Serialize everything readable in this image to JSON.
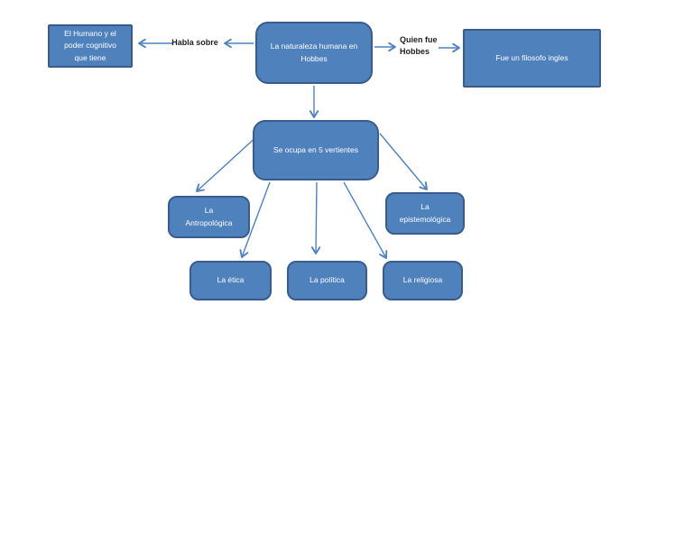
{
  "page": {
    "background": "#ffffff"
  },
  "colors": {
    "page_bg": "#ffffff",
    "node_fill": "#4f81bd",
    "node_border": "#385d8a",
    "arrow": "#4f81bd",
    "node_text": "#ffffff",
    "label_text": "#1f1f1f"
  },
  "diagram": {
    "title": "La naturaleza humana en Hobbes",
    "nodes": {
      "humano": {
        "lines": [
          "El Humano y el",
          "poder cognitivo",
          "que tiene"
        ]
      },
      "naturaleza": {
        "lines": [
          "La naturaleza humana en",
          "Hobbes"
        ]
      },
      "filosofo": {
        "lines": [
          "Fue un filosofo ingles"
        ]
      },
      "vertientes": {
        "lines": [
          "Se ocupa en 5 vertientes"
        ]
      },
      "antropologica": {
        "lines": [
          "La",
          "Antropológica"
        ]
      },
      "epistemologica": {
        "lines": [
          "La",
          "epistemológica"
        ]
      },
      "etica": {
        "lines": [
          "La ética"
        ]
      },
      "politica": {
        "lines": [
          "La política"
        ]
      },
      "religiosa": {
        "lines": [
          "La religiosa"
        ]
      }
    },
    "edge_labels": {
      "habla": {
        "lines": [
          "Habla sobre"
        ]
      },
      "quien": {
        "lines": [
          "Quien fue",
          "Hobbes"
        ]
      }
    }
  }
}
